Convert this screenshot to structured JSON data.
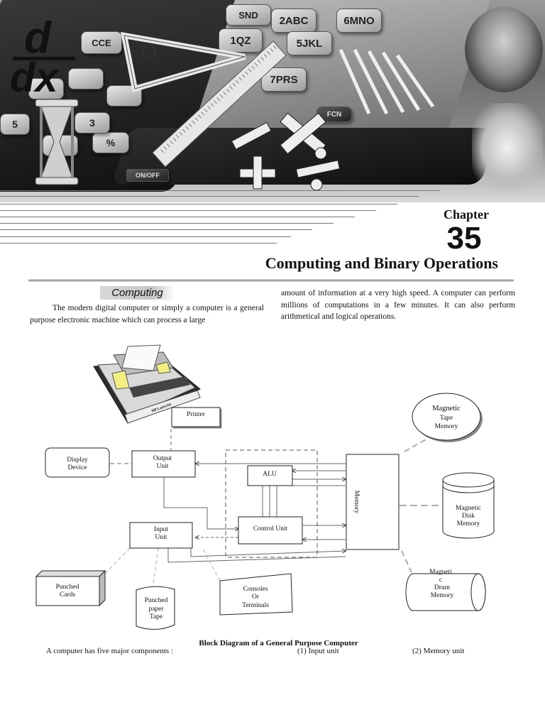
{
  "chapter": {
    "label": "Chapter",
    "number": "35",
    "title": "Computing and Binary Operations"
  },
  "banner": {
    "derivative_numerator": "d",
    "derivative_denominator": "dx",
    "calculator_keys": [
      "SND",
      "2ABC",
      "6MNO",
      "1QZ",
      "5JKL",
      "7PRS",
      "CCE",
      "%",
      "3",
      "5",
      "ON/OFF",
      "FCN"
    ],
    "decor_icons": [
      "hourglass-icon",
      "set-square-icon",
      "ruler-icon",
      "minus-symbol-icon",
      "multiply-symbol-icon",
      "plus-symbol-icon",
      "divide-symbol-icon"
    ]
  },
  "section": {
    "heading": "Computing",
    "para_left": "The modern digital computer or simply a computer is a general purpose electronic machine which can process a large",
    "para_right": "amount of information at a very high speed. A computer can perform millions of computations in a few minutes. It can also perform arithmetical and logical operations."
  },
  "diagram": {
    "printer_label": "Printer",
    "printer_brand": "HP LaserJet",
    "display_device": [
      "Display",
      "Device"
    ],
    "output_unit": [
      "Output",
      "Unit"
    ],
    "alu": "ALU",
    "control_unit": "Control Unit",
    "input_unit": [
      "Input",
      "Unit"
    ],
    "memory": "Memory",
    "magnetic_tape": [
      "Magnetic",
      "Tape",
      "Memory"
    ],
    "magnetic_disk": [
      "Magnetic",
      "Disk",
      "Memory"
    ],
    "magnetic_drum": [
      "Magneti",
      "c",
      "Drum",
      "Memory"
    ],
    "punched_cards": [
      "Punched",
      "Cards"
    ],
    "punched_tape": [
      "Punched",
      "paper",
      "Tape"
    ],
    "consoles": [
      "Consoles",
      "Or",
      "Terminals"
    ],
    "caption": "Block Diagram of a General Purpose Computer"
  },
  "footer": {
    "intro": "A computer has five major components :",
    "item1": "(1) Input unit",
    "item2": "(2) Memory unit"
  }
}
